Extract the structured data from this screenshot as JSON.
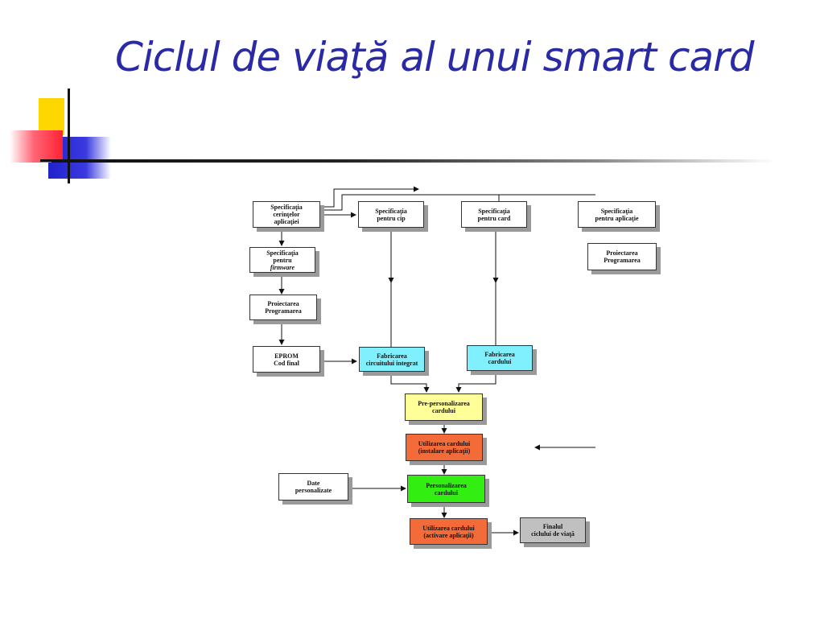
{
  "slide": {
    "title": "Ciclul de viaţă al unui smart card"
  },
  "diagram": {
    "boxes": {
      "spec_cerinte": [
        "Specificaţia",
        "cerinţelor",
        "aplicaţiei"
      ],
      "spec_cip": [
        "Specificaţia",
        "pentru cip"
      ],
      "spec_card": [
        "Specificaţia",
        "pentru card"
      ],
      "spec_aplicatie": [
        "Specificaţia",
        "pentru aplicaţie"
      ],
      "spec_firmware": [
        "Specificaţia",
        "pentru",
        "firmware"
      ],
      "proiectare_left": [
        "Proiectarea",
        "Programarea"
      ],
      "proiectare_right": [
        "Proiectarea",
        "Programarea"
      ],
      "eprom": [
        "EPROM",
        "Cod final"
      ],
      "fabricare_circuit": [
        "Fabricarea",
        "circuitului integrat"
      ],
      "fabricare_card": [
        "Fabricarea",
        "cardului"
      ],
      "pre_personalizare": [
        "Pre-personalizarea",
        "cardului"
      ],
      "utilizare_instalare": [
        "Utilizarea cardului",
        "(instalare aplicaţii)"
      ],
      "date_personalizate": [
        "Date",
        "personalizate"
      ],
      "personalizare": [
        "Personalizarea",
        "cardului"
      ],
      "utilizare_activare": [
        "Utilizarea cardului",
        "(activare aplicaţii)"
      ],
      "finalul": [
        "Finalul",
        "ciclului de viaţă"
      ]
    }
  }
}
